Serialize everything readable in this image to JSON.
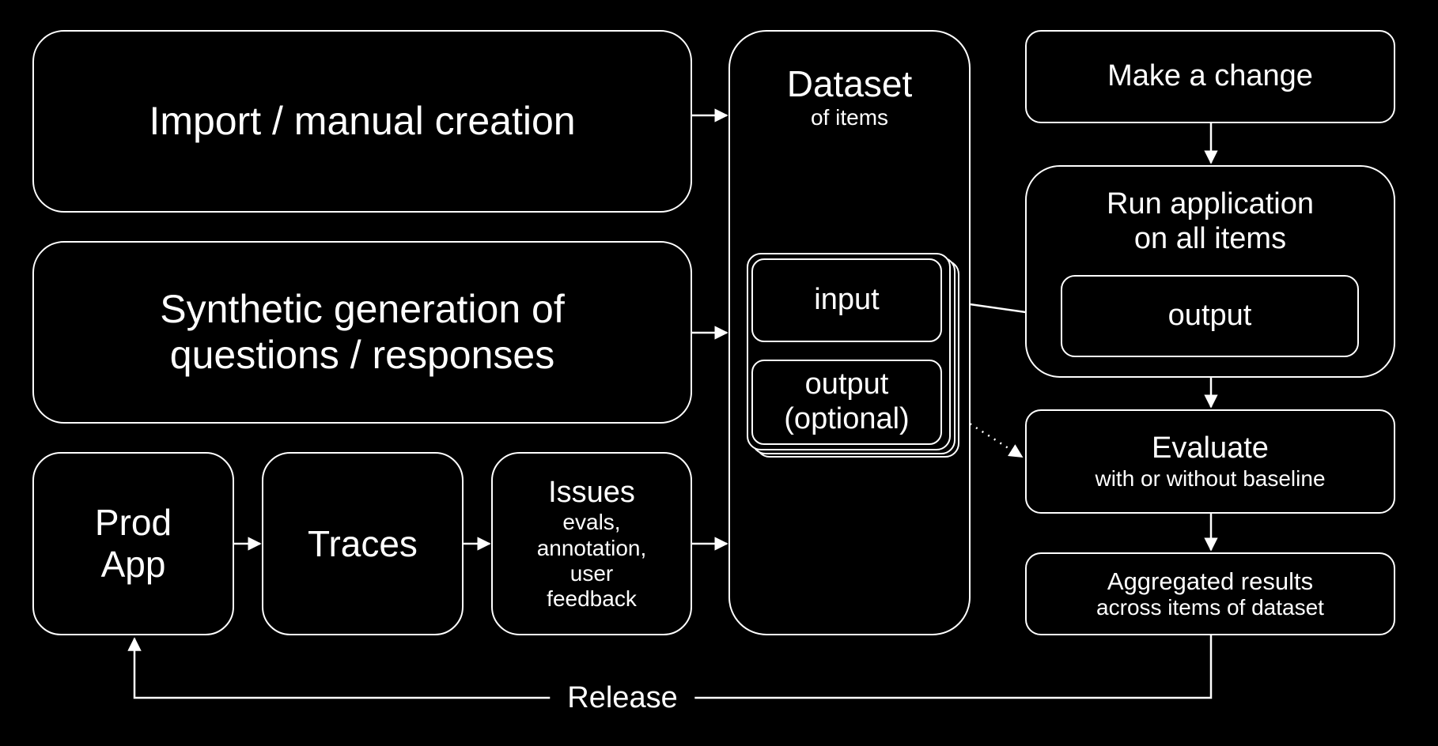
{
  "colors": {
    "background": "#000000",
    "foreground": "#ffffff"
  },
  "sources": {
    "import_manual": "Import / manual creation",
    "synthetic_line1": "Synthetic generation of",
    "synthetic_line2": "questions / responses",
    "prod_app_line1": "Prod",
    "prod_app_line2": "App",
    "traces": "Traces",
    "issues_title": "Issues",
    "issues_line1": "evals,",
    "issues_line2": "annotation,",
    "issues_line3": "user",
    "issues_line4": "feedback"
  },
  "dataset": {
    "title": "Dataset",
    "subtitle": "of items",
    "item_input": "input",
    "item_output_line1": "output",
    "item_output_line2": "(optional)"
  },
  "pipeline": {
    "make_change": "Make a change",
    "run_line1": "Run application",
    "run_line2": "on all items",
    "run_output": "output",
    "evaluate_title": "Evaluate",
    "evaluate_subtitle": "with or without baseline",
    "aggregated_title": "Aggregated results",
    "aggregated_subtitle": "across items of dataset"
  },
  "release_label": "Release"
}
